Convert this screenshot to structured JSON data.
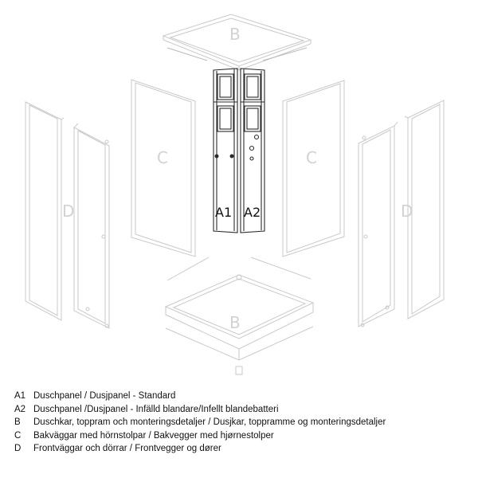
{
  "diagram": {
    "part_labels": {
      "tray_top": "B",
      "tray_bottom": "B",
      "back_left": "C",
      "back_right": "C",
      "front_left": "D",
      "front_right": "D",
      "panel_a1": "A1",
      "panel_a2": "A2"
    }
  },
  "legend": [
    {
      "code": "A1",
      "text": "Duschpanel / Dusjpanel - Standard"
    },
    {
      "code": "A2",
      "text": "Duschpanel /Dusjpanel - Infälld blandare/Infellt blandebatteri"
    },
    {
      "code": "B",
      "text": "Duschkar, toppram och monteringsdetaljer / Dusjkar, toppramme og monteringsdetaljer"
    },
    {
      "code": "C",
      "text": "Bakväggar med hörnstolpar / Bakvegger med hjørnestolper"
    },
    {
      "code": "D",
      "text": "Frontväggar och dörrar / Frontvegger og dører"
    }
  ]
}
